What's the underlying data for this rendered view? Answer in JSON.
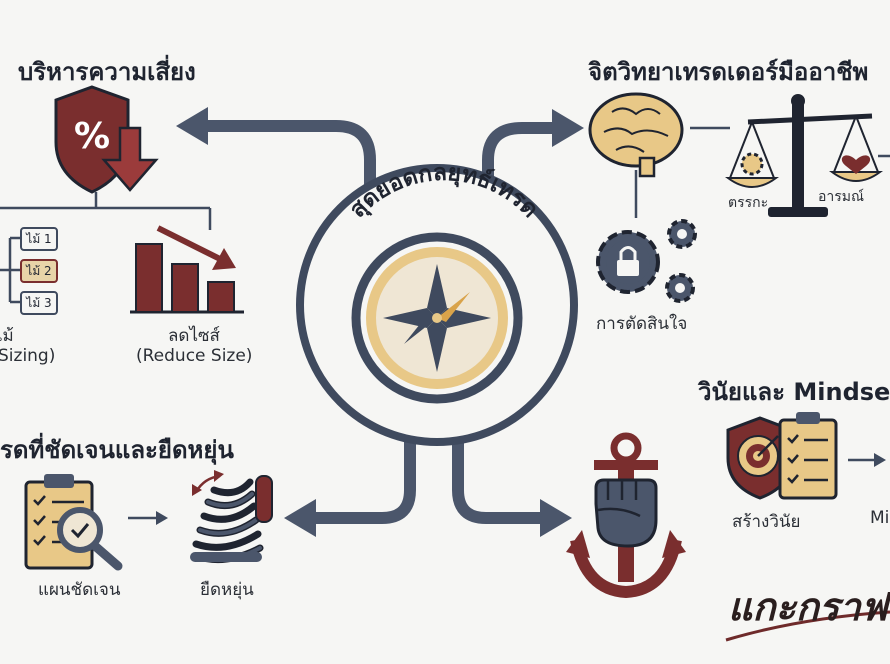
{
  "center": {
    "title": "สุดยอดกลยุทธ์เทรด",
    "icon": "compass-icon"
  },
  "risk": {
    "title": "บริหารความเสี่ยง",
    "shield_icon": "percent-shield-down-arrow-icon",
    "sizing": {
      "tags": [
        "ไม้ 1",
        "ไม้ 2",
        "ไม้ 3"
      ],
      "caption_line1": "ไม้",
      "caption_line2": "Sizing)"
    },
    "reduce": {
      "icon": "declining-bar-chart-icon",
      "caption_line1": "ลดไซส์",
      "caption_line2": "(Reduce Size)"
    }
  },
  "psych": {
    "title": "จิตวิทยาเทรดเดอร์มืออาชีพ",
    "brain_icon": "brain-icon",
    "gear_icon": "lock-gears-icon",
    "decision_caption": "การตัดสินใจ",
    "scale_icon": "balance-scale-icon",
    "logic_caption": "ตรรกะ",
    "emotion_caption": "อารมณ์"
  },
  "plan": {
    "title": "รดที่ชัดเจนและยืดหยุ่น",
    "clipboard_icon": "checklist-magnifier-icon",
    "clear_caption": "แผนชัดเจน",
    "spring_icon": "spring-icon",
    "flex_caption": "ยืดหยุ่น"
  },
  "discipline": {
    "title": "วินัยและ Mindset",
    "anchor_icon": "anchor-fist-icon",
    "target_icon": "target-shield-checklist-icon",
    "build_caption": "สร้างวินัย",
    "mindset_caption": "Mi"
  },
  "brand": {
    "text": "แกะกราฟ",
    "color": "#6e2a2a"
  },
  "colors": {
    "navy": "#3f4a5e",
    "maroon": "#7a2e2e",
    "gold": "#e8c887",
    "bg": "#f6f6f4"
  }
}
